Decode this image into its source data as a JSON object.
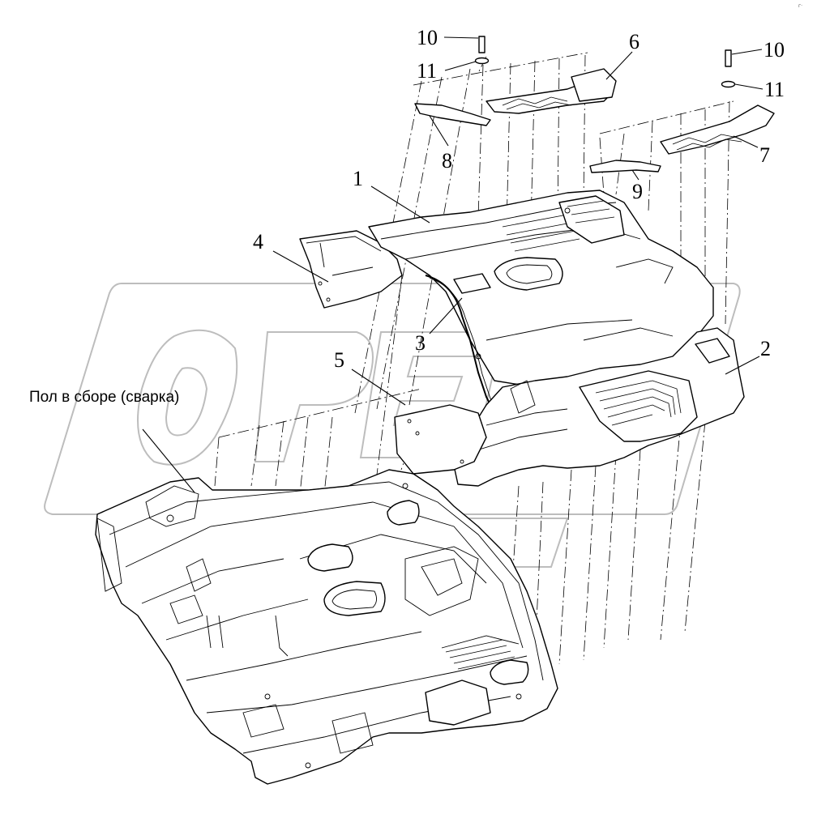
{
  "diagram": {
    "assembly_label": "Пол в сборе (сварка)",
    "watermark_text": "OPEN",
    "corner_mark": "г·",
    "callouts": [
      {
        "id": "c1",
        "text": "1"
      },
      {
        "id": "c2",
        "text": "2"
      },
      {
        "id": "c3",
        "text": "3"
      },
      {
        "id": "c4",
        "text": "4"
      },
      {
        "id": "c5",
        "text": "5"
      },
      {
        "id": "c6",
        "text": "6"
      },
      {
        "id": "c7",
        "text": "7"
      },
      {
        "id": "c8",
        "text": "8"
      },
      {
        "id": "c9",
        "text": "9"
      },
      {
        "id": "c10a",
        "text": "10"
      },
      {
        "id": "c11a",
        "text": "11"
      },
      {
        "id": "c10b",
        "text": "10"
      },
      {
        "id": "c11b",
        "text": "11"
      }
    ]
  }
}
